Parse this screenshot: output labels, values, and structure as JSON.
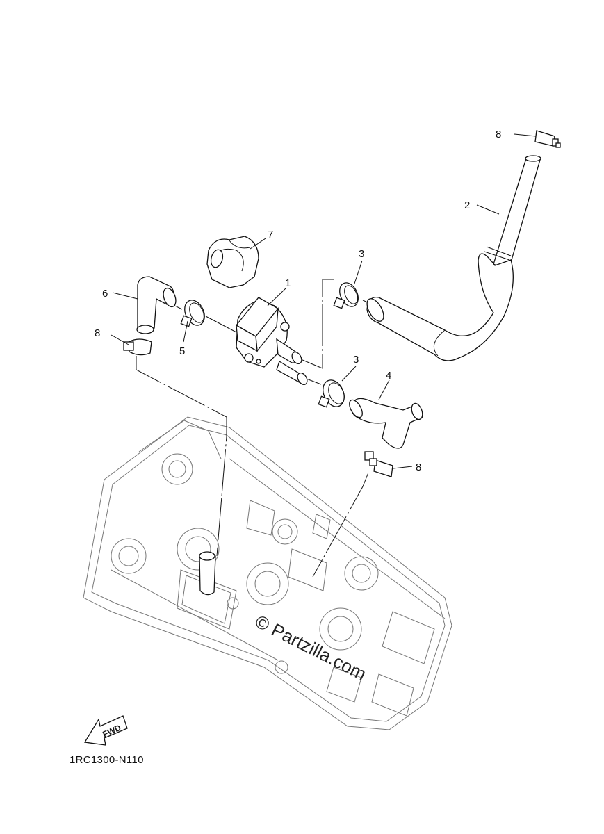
{
  "diagram": {
    "callouts": {
      "part_1": "1",
      "part_2": "2",
      "part_3_upper": "3",
      "part_3_lower": "3",
      "part_4": "4",
      "part_5": "5",
      "part_6": "6",
      "part_7": "7",
      "part_8_top": "8",
      "part_8_left": "8",
      "part_8_right": "8"
    },
    "fwd_label": "FWD",
    "part_code": "1RC1300-N110",
    "watermark": "© Partzilla.com"
  }
}
